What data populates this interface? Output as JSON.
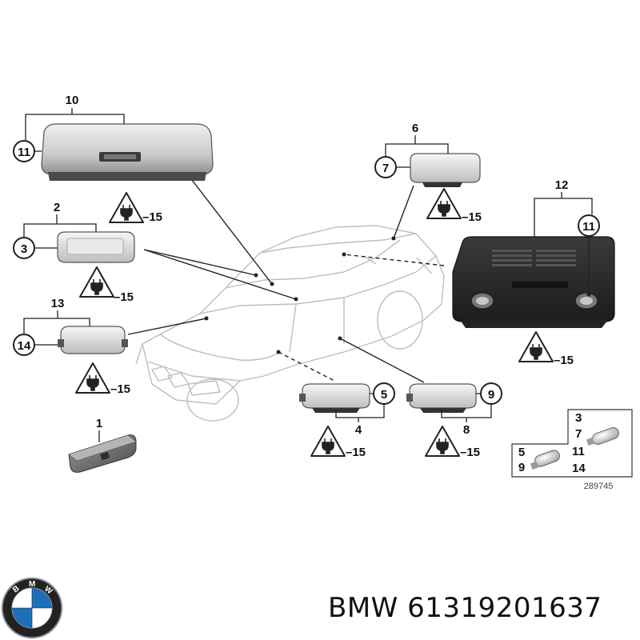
{
  "callouts": {
    "n10": "10",
    "n11a": "11",
    "n2": "2",
    "n3": "3",
    "n13": "13",
    "n14": "14",
    "n1": "1",
    "n6": "6",
    "n7": "7",
    "n12": "12",
    "n11b": "11",
    "n5": "5",
    "n4": "4",
    "n9": "9",
    "n8": "8"
  },
  "warnings": {
    "ref": "–15"
  },
  "bulb_legend": {
    "left": [
      "5",
      "9"
    ],
    "right": [
      "3",
      "7",
      "11",
      "14"
    ]
  },
  "diagram_number": "289745",
  "brand_logo": {
    "letters": "BMW"
  },
  "caption": {
    "brand": "BMW",
    "part_number": "61319201637"
  },
  "colors": {
    "bmw_blue": "#1f6fb8",
    "console_dark": "#2b2b2b",
    "line": "#222222"
  }
}
